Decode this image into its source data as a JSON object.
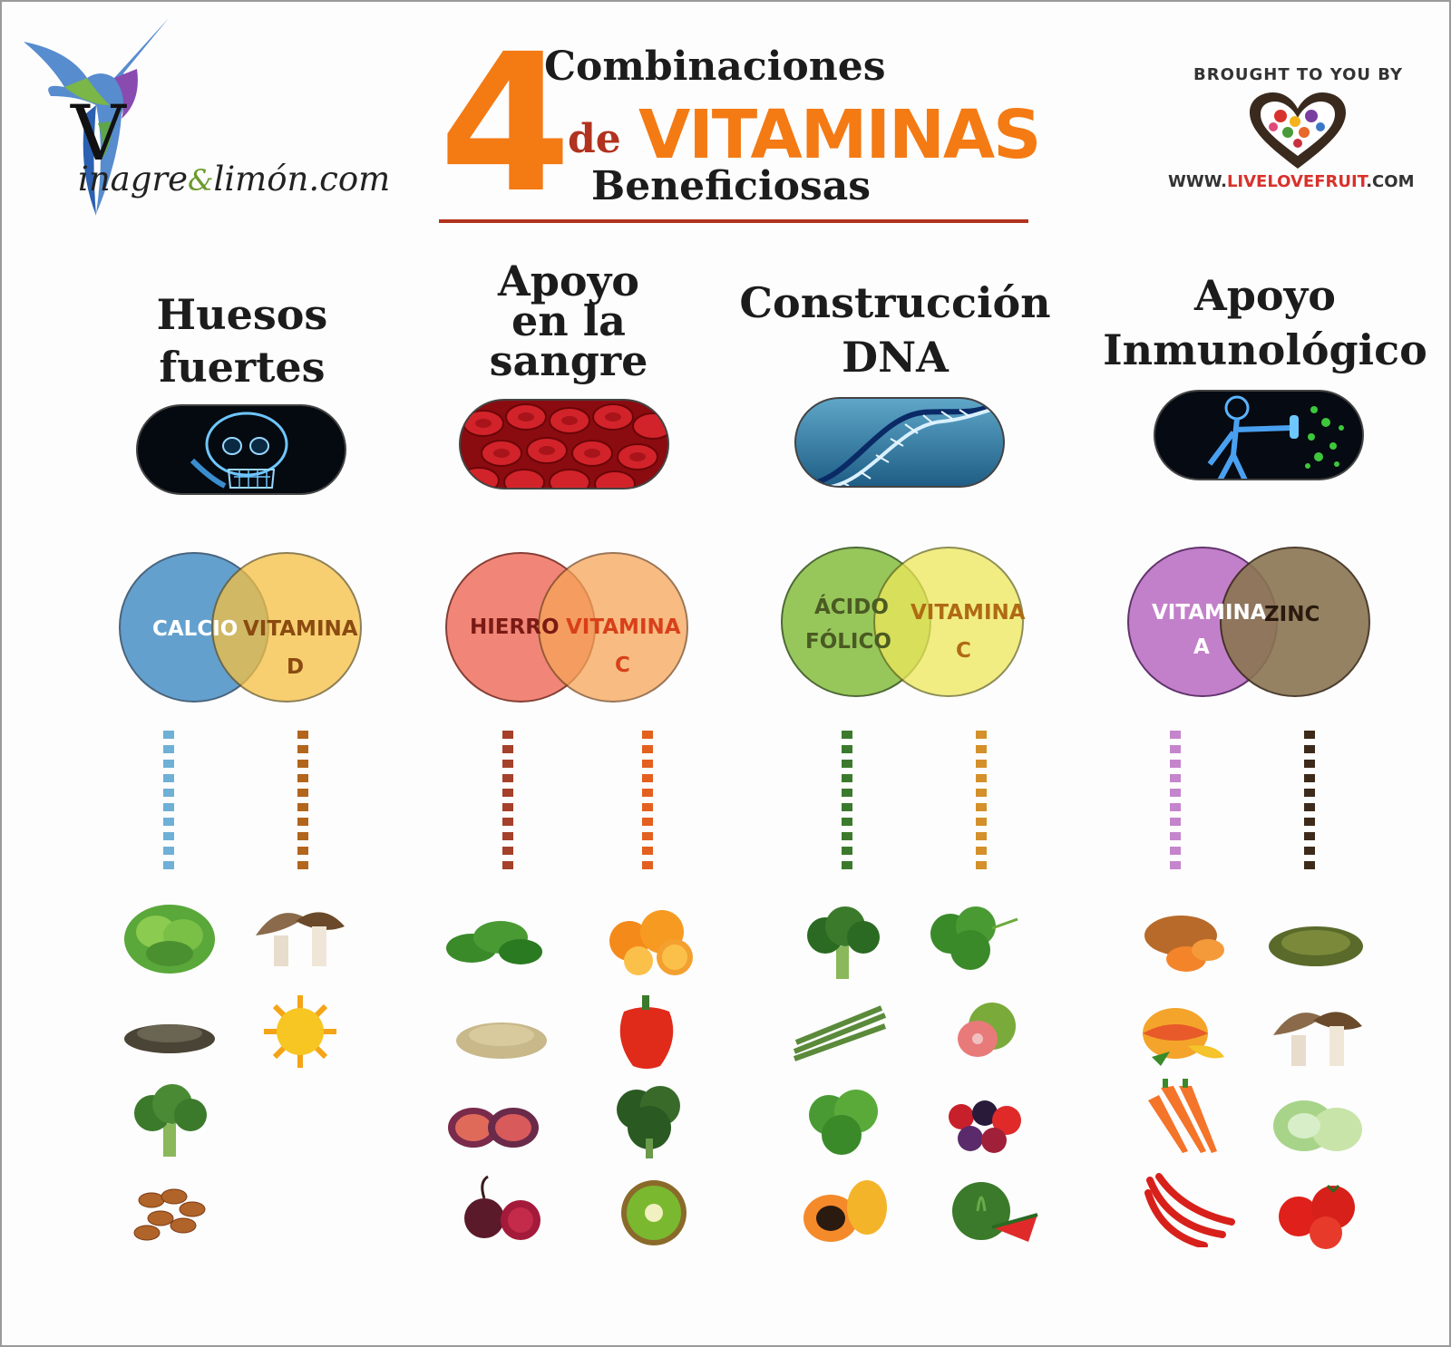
{
  "logo": {
    "v": "V",
    "part1": "inagre",
    "amp": "&",
    "part2": "limón.com"
  },
  "title": {
    "number": "4",
    "line1": "Combinaciones",
    "de": "de",
    "vitaminas": "VITAMINAS",
    "line3": "Beneficiosas"
  },
  "sponsor": {
    "brought": "BROUGHT TO YOU BY",
    "www": "WWW.",
    "brand": "LIVELOVEFRUIT",
    "com": ".COM"
  },
  "colors": {
    "orange": "#f47a14",
    "red": "#b1321e"
  },
  "categories": [
    {
      "lines": [
        "Huesos",
        "fuertes"
      ],
      "image": "skull-xray",
      "left": "CALCIO",
      "right_1": "VITAMINA",
      "right_2": "D",
      "left_color": "#4a90c6",
      "right_color": "#f5c042",
      "left_dots": "#6fb0d6",
      "right_dots": "#b2651c",
      "foods_left": [
        "lettuce",
        "seeds",
        "broccoli",
        "almonds"
      ],
      "foods_right": [
        "mushrooms",
        "sun"
      ]
    },
    {
      "lines": [
        "Apoyo",
        "en la",
        "sangre"
      ],
      "image": "red-blood-cells",
      "left": "HIERRO",
      "right_1": "VITAMINA",
      "right_2": "C",
      "left_color": "#f07a6a",
      "right_color": "#f7a558",
      "left_dots": "#a5402a",
      "right_dots": "#e3601f",
      "foods_left": [
        "spinach",
        "lentils",
        "figs",
        "beets"
      ],
      "foods_right": [
        "oranges",
        "red-pepper",
        "kale",
        "kiwi"
      ]
    },
    {
      "lines": [
        "Construcción",
        "DNA"
      ],
      "image": "dna-helix",
      "left_1": "ÁCIDO",
      "left_2": "FÓLICO",
      "right_1": "VITAMINA",
      "right_2": "C",
      "left_color": "#8dc24a",
      "right_color": "#eee85a",
      "left_dots": "#3b7a2c",
      "right_dots": "#d4902a",
      "foods_left": [
        "broccoli",
        "asparagus",
        "parsley",
        "papaya"
      ],
      "foods_right": [
        "parsley",
        "guava",
        "berries",
        "watermelon"
      ]
    },
    {
      "lines": [
        "Apoyo",
        "Inmunológico"
      ],
      "image": "immune-body",
      "left_1": "VITAMINA",
      "left_2": "A",
      "right": "ZINC",
      "left_color": "#c07ac8",
      "right_color": "#8a7552",
      "left_dots": "#c585cc",
      "right_dots": "#3d2a1a",
      "foods_left": [
        "sweet-potato",
        "mango",
        "carrots",
        "chili-peppers"
      ],
      "foods_right": [
        "pumpkin-seeds",
        "mushrooms",
        "cabbage",
        "tomatoes"
      ]
    }
  ]
}
